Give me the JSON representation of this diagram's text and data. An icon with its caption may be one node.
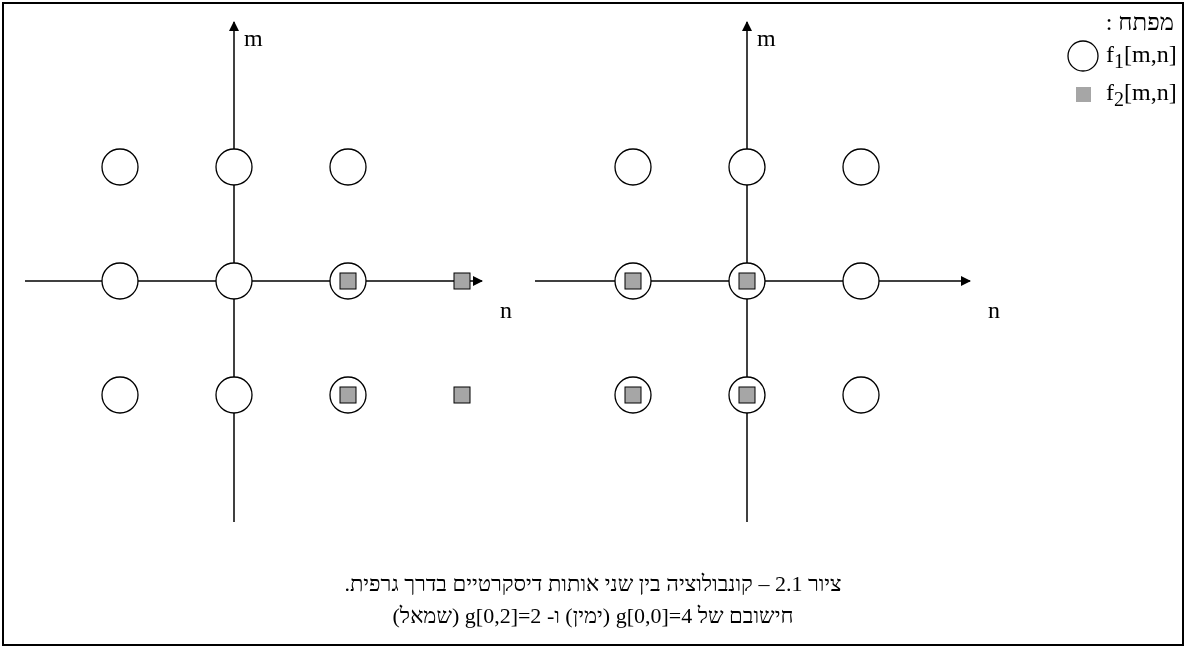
{
  "diagram": {
    "caption": "ציור 2.1 – קונבולוציה בין שני אותות דיסקרטיים בדרך גרפית. חישובם של g[0,0]=4 (ימין) ו- g[0,2]=2 (שמאל)",
    "labels": [
      "מפתח :",
      "m",
      "n",
      "m",
      "n"
    ],
    "legend": [
      {
        "text": "f$_{1}$[m,n]"
      },
      {
        "text": "f$_{2}$[m,n]",
        "color": "#a6a6a6"
      }
    ]
  }
}
